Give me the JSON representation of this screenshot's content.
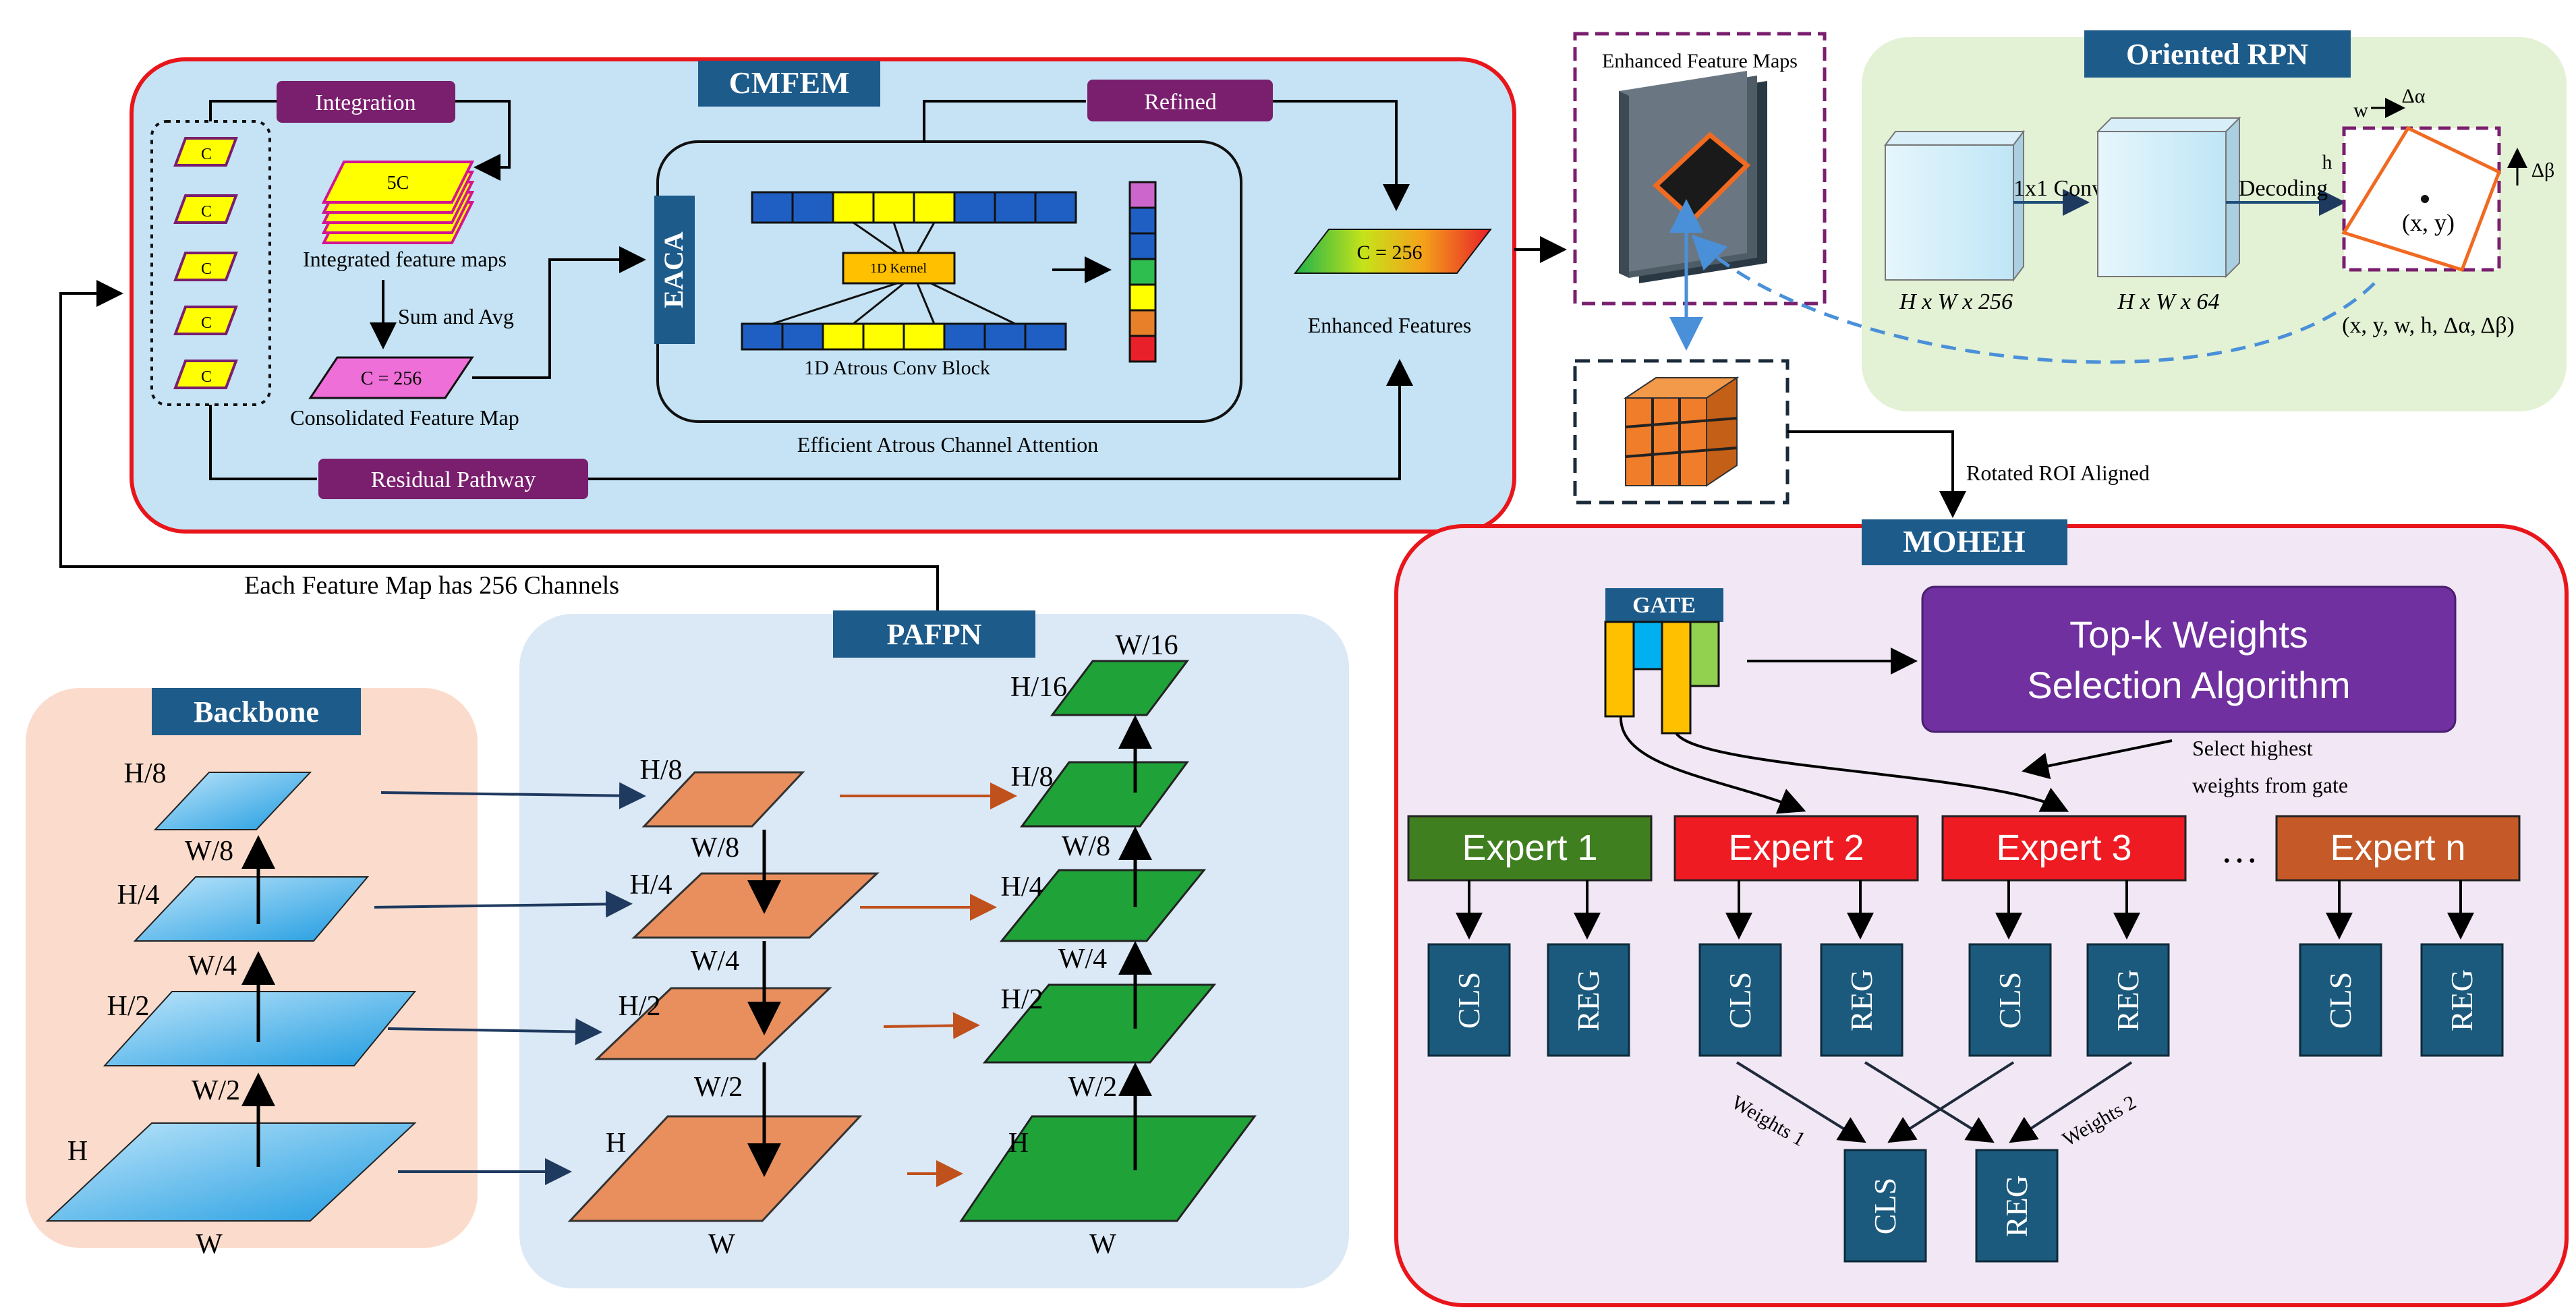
{
  "cmfem": {
    "title": "CMFEM",
    "channel_labels": [
      "C",
      "C",
      "C",
      "C",
      "C"
    ],
    "integration_label": "Integration",
    "stack_label": "5C",
    "integrated_caption": "Integrated feature maps",
    "sum_avg_label": "Sum and Avg",
    "consolidated_label": "C = 256",
    "consolidated_caption": "Consolidated Feature Map",
    "residual_label": "Residual Pathway",
    "refined_label": "Refined",
    "eaca_tag": "EACA",
    "kernel_label": "1D Kernel",
    "atrous_block_label": "1D Atrous Conv Block",
    "eaca_caption": "Efficient Atrous Channel Attention",
    "enhanced_label": "C = 256",
    "enhanced_caption": "Enhanced Features"
  },
  "center": {
    "enhanced_maps_label": "Enhanced Feature Maps",
    "roi_label": "Rotated ROI Aligned"
  },
  "rpn": {
    "title": "Oriented RPN",
    "dim1": "H x W x 256",
    "conv_label": "1x1 Conv",
    "dim2": "H x W x 64",
    "decoding_label": "Decoding",
    "w_label": "w",
    "h_label": "h",
    "alpha_label": "Δα",
    "beta_label": "Δβ",
    "center_label": "(x, y)",
    "output_label": "(x, y, w, h, Δα, Δβ)"
  },
  "link_label": "Each Feature Map has 256 Channels",
  "backbone": {
    "title": "Backbone",
    "labels": {
      "h8": "H/8",
      "w8": "W/8",
      "h4": "H/4",
      "w4": "W/4",
      "h2": "H/2",
      "w2": "W/2",
      "h": "H",
      "w": "W"
    }
  },
  "pafpn": {
    "title": "PAFPN",
    "orange": {
      "h8": "H/8",
      "w8": "W/8",
      "h4": "H/4",
      "w4": "W/4",
      "h2": "H/2",
      "w2": "W/2",
      "h": "H",
      "w": "W"
    },
    "green": {
      "w16": "W/16",
      "h16": "H/16",
      "h8": "H/8",
      "w8": "W/8",
      "h4": "H/4",
      "w4": "W/4",
      "h2": "H/2",
      "w2": "W/2",
      "h": "H",
      "w": "W"
    }
  },
  "moheh": {
    "title": "MOHEH",
    "gate_label": "GATE",
    "topk_line1": "Top-k Weights",
    "topk_line2": "Selection Algorithm",
    "select_line1": "Select highest",
    "select_line2": "weights from gate",
    "experts": [
      "Expert 1",
      "Expert 2",
      "Expert 3",
      "Expert n"
    ],
    "ellipsis": "…",
    "cls_label": "CLS",
    "reg_label": "REG",
    "weights1_label": "Weights 1",
    "weights2_label": "Weights 2"
  },
  "colors": {
    "blue_panel": "#c5e3f5",
    "red_border": "#e8161b",
    "dark_title": "#1d5b8a",
    "purple_tag": "#7a1e6e",
    "backbone_bg": "#fbdccc",
    "pafpn_bg": "#dbe8f5",
    "rpn_bg": "#e3f1d5",
    "moheh_bg": "#f2e8f5",
    "orange_plate": "#e98f5e",
    "green_plate": "#1fa338",
    "head_box": "#1b5a7d",
    "topk_purple": "#7030a0",
    "expert1": "#3f7f1f",
    "expert_red": "#ee1b22",
    "expertn": "#c55a28"
  }
}
